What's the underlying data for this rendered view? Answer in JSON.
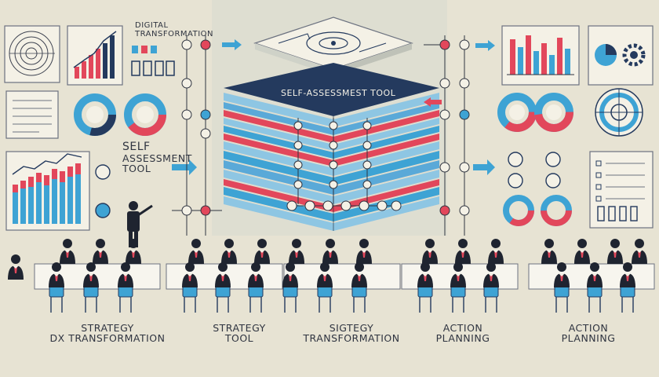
{
  "labels": {
    "digital_transformation": [
      "DIGITAL",
      "TRANSFORMATION"
    ],
    "self_assessment_tool_side": [
      "SELF",
      "ASSESSMENT",
      "TOOL"
    ],
    "self_assessment_tool_center": "SELF-ASSESSMEST TOOL",
    "bottom": [
      [
        "STRATEGY",
        "DX  TRANSFORMATION"
      ],
      [
        "STRATEGY",
        "TOOL"
      ],
      [
        "SIGTEGY",
        "TRANSFORMATION"
      ],
      [
        "ACTION",
        "PLANNING"
      ],
      [
        "ACTION",
        "PLANNING"
      ]
    ]
  },
  "colors": {
    "background": "#e7e3d3",
    "accent_blue": "#3ea3d4",
    "accent_red": "#e2475b",
    "navy": "#243a5e",
    "ink": "#2f3440"
  }
}
